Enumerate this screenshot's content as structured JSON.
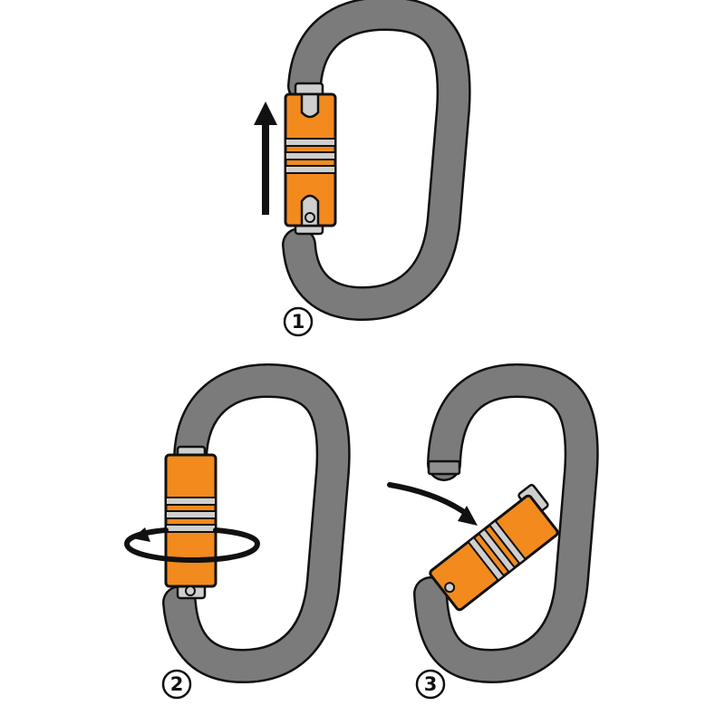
{
  "steps": [
    {
      "number": "1",
      "action": "slide-up"
    },
    {
      "number": "2",
      "action": "twist"
    },
    {
      "number": "3",
      "action": "open-gate"
    }
  ],
  "colors": {
    "frame": "#7b7b7b",
    "outline": "#111111",
    "gate": "#f28a1e",
    "band": "#cfcfcf",
    "arrow": "#111111",
    "background": "#ffffff"
  }
}
